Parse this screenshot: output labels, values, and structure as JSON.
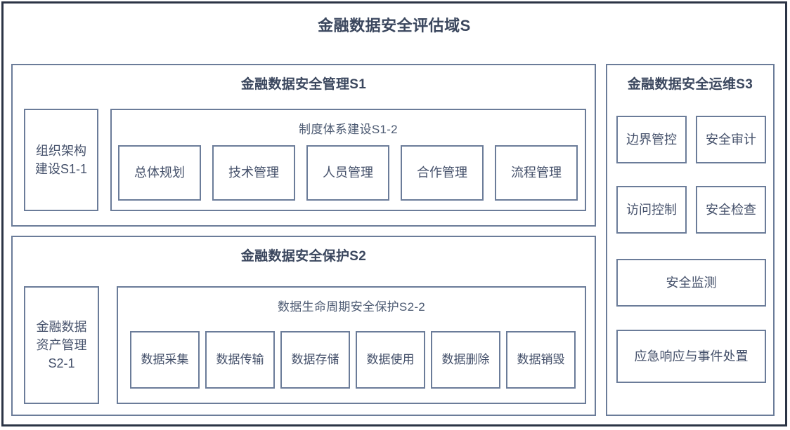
{
  "diagram": {
    "title": "金融数据安全评估域S",
    "colors": {
      "outer_border": "#2b3445",
      "box_border": "#6b7c99",
      "title_text": "#3b475e",
      "body_text": "#44506a",
      "background": "#ffffff"
    }
  },
  "s1": {
    "title": "金融数据安全管理S1",
    "left_box": "组织架构\n建设S1-1",
    "sub_group": {
      "title": "制度体系建设S1-2",
      "items": [
        "总体规划",
        "技术管理",
        "人员管理",
        "合作管理",
        "流程管理"
      ]
    }
  },
  "s2": {
    "title": "金融数据安全保护S2",
    "left_box": "金融数据\n资产管理\nS2-1",
    "sub_group": {
      "title": "数据生命周期安全保护S2-2",
      "items": [
        "数据采集",
        "数据传输",
        "数据存储",
        "数据使用",
        "数据删除",
        "数据销毁"
      ]
    }
  },
  "s3": {
    "title": "金融数据安全运维S3",
    "grid_items": [
      "边界管控",
      "安全审计",
      "访问控制",
      "安全检查"
    ],
    "wide_items": [
      "安全监测",
      "应急响应与事件处置"
    ]
  }
}
